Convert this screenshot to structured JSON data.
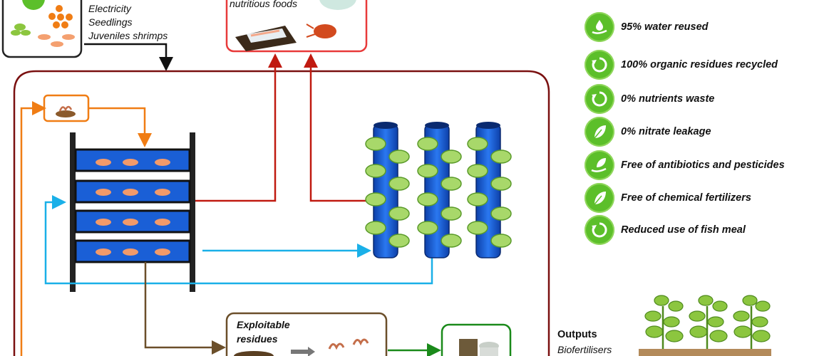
{
  "inputs": {
    "items": [
      "Electricity",
      "Seedlings",
      "Juveniles shrimps"
    ]
  },
  "top_output": {
    "label": "nutritious foods"
  },
  "benefits": [
    {
      "icon": "water-drop-hand-icon",
      "label": "95% water reused"
    },
    {
      "icon": "recycle-icon",
      "label": "100% organic residues recycled"
    },
    {
      "icon": "recycle-icon",
      "label": "0% nutrients waste"
    },
    {
      "icon": "leaf-icon",
      "label": "0% nitrate leakage"
    },
    {
      "icon": "leaf-hand-icon",
      "label": "Free of antibiotics and pesticides"
    },
    {
      "icon": "leaf-icon",
      "label": "Free of chemical fertilizers"
    },
    {
      "icon": "recycle-icon",
      "label": "Reduced use of fish meal"
    }
  ],
  "residues": {
    "label": "Exploitable residues"
  },
  "outputs": {
    "title": "Outputs",
    "first_item": "Biofertilisers"
  },
  "colors": {
    "system_border": "#7a1010",
    "food_box": "#e83a3a",
    "orange_flow": "#f07d14",
    "blue_flow": "#1ab0e8",
    "red_flow": "#c01a10",
    "brown_flow": "#6b4f2a",
    "green_flow": "#1a8a1a",
    "rack_blue": "#1a5fd6",
    "badge_green": "#5cbf2a"
  }
}
